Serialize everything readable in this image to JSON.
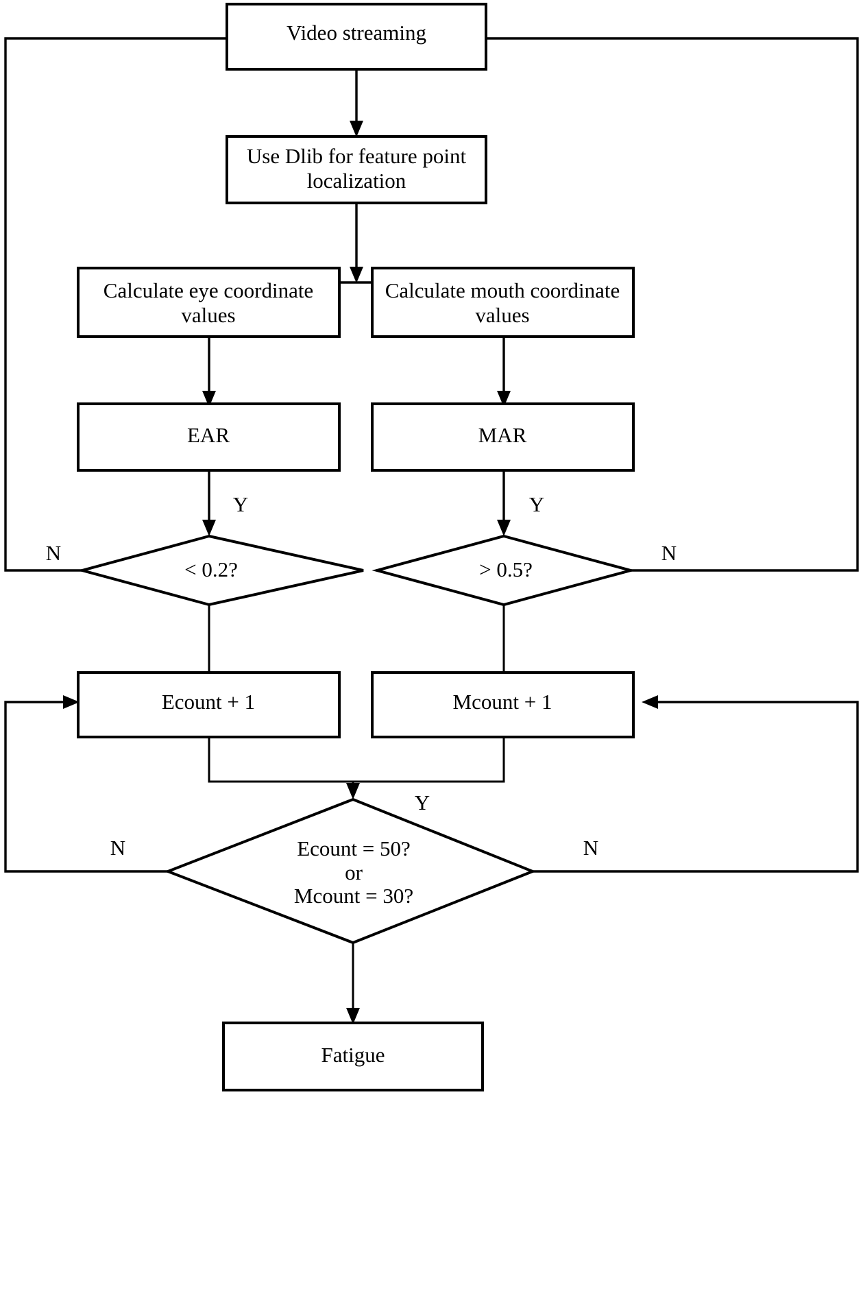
{
  "diagram": {
    "type": "flowchart",
    "title": "Fatigue detection flowchart",
    "nodes": [
      {
        "id": "video_streaming",
        "shape": "process",
        "label": "Video streaming"
      },
      {
        "id": "dlib",
        "shape": "process",
        "label_line1": "Use Dlib for feature point",
        "label_line2": "localization"
      },
      {
        "id": "eye_coord",
        "shape": "process",
        "label_line1": "Calculate eye coordinate",
        "label_line2": "values"
      },
      {
        "id": "mouth_coord",
        "shape": "process",
        "label_line1": "Calculate mouth coordinate",
        "label_line2": "values"
      },
      {
        "id": "ear",
        "shape": "process",
        "label": "EAR"
      },
      {
        "id": "mar",
        "shape": "process",
        "label": "MAR"
      },
      {
        "id": "ear_decision",
        "shape": "decision",
        "label": "<  0.2?"
      },
      {
        "id": "mar_decision",
        "shape": "decision",
        "label": ">  0.5?"
      },
      {
        "id": "ecount",
        "shape": "process",
        "label": "Ecount + 1"
      },
      {
        "id": "mcount",
        "shape": "process",
        "label": "Mcount + 1"
      },
      {
        "id": "count_decision",
        "shape": "decision",
        "label_line1": "Ecount = 50?",
        "label_line2": "or",
        "label_line3": "Mcount = 30?"
      },
      {
        "id": "fatigue",
        "shape": "process",
        "label": "Fatigue"
      }
    ],
    "edge_labels": {
      "ear_yes": "Y",
      "ear_no": "N",
      "mar_yes": "Y",
      "mar_no": "N",
      "count_yes": "Y",
      "count_no_left": "N",
      "count_no_right": "N"
    },
    "colors": {
      "stroke": "#000000",
      "fill": "#ffffff",
      "background": "#ffffff"
    }
  }
}
